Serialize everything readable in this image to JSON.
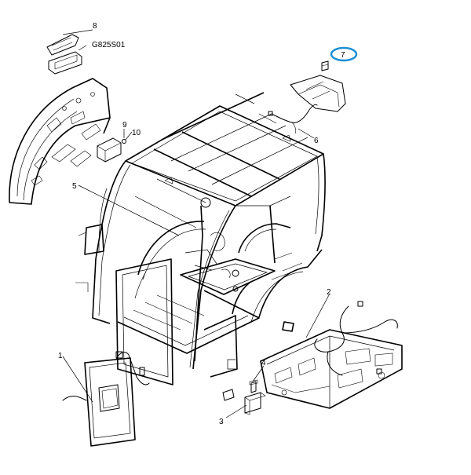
{
  "figure": {
    "drawing_code": "G825S01",
    "highlight_color": "#1e8fd4",
    "callouts": [
      {
        "id": "1",
        "label": "1"
      },
      {
        "id": "2",
        "label": "2"
      },
      {
        "id": "3",
        "label": "3"
      },
      {
        "id": "4",
        "label": "4"
      },
      {
        "id": "5",
        "label": "5"
      },
      {
        "id": "6",
        "label": "6"
      },
      {
        "id": "7",
        "label": "7",
        "highlighted": true
      },
      {
        "id": "8",
        "label": "8"
      },
      {
        "id": "9",
        "label": "9"
      },
      {
        "id": "10",
        "label": "10"
      }
    ]
  }
}
